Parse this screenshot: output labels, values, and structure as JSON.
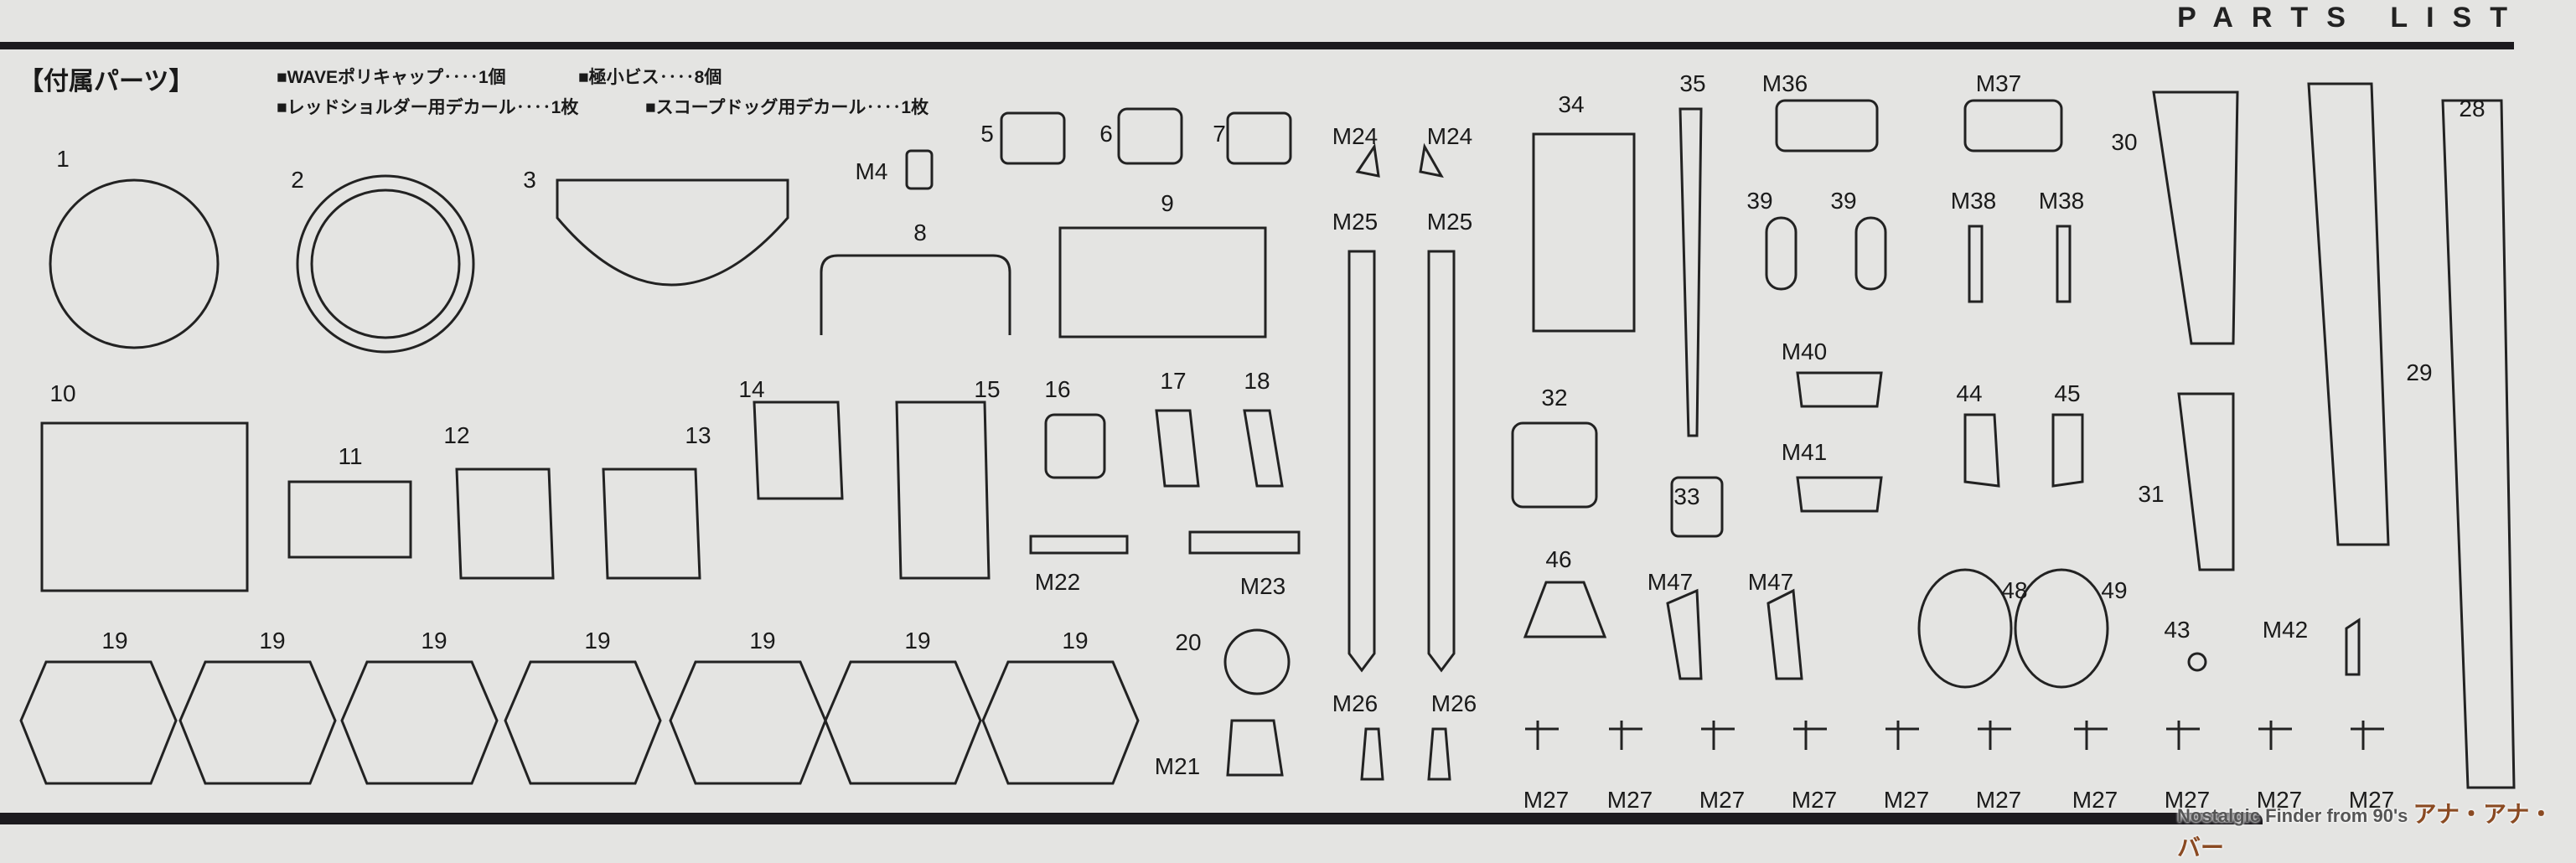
{
  "header": {
    "title": "PARTS LIST"
  },
  "accessories": {
    "title": "【付属パーツ】",
    "items": [
      "■WAVEポリキャップ‥‥1個",
      "■極小ビス‥‥8個",
      "■レッドショルダー用デカール‥‥1枚",
      "■スコープドッグ用デカール‥‥1枚"
    ]
  },
  "part_labels": [
    "1",
    "2",
    "3",
    "5",
    "6",
    "7",
    "M4",
    "8",
    "9",
    "M24",
    "M24",
    "34",
    "35",
    "M36",
    "M37",
    "30",
    "28",
    "M25",
    "M25",
    "39",
    "39",
    "M38",
    "M38",
    "29",
    "10",
    "11",
    "12",
    "13",
    "14",
    "15",
    "16",
    "17",
    "18",
    "32",
    "M40",
    "44",
    "45",
    "M41",
    "33",
    "31",
    "M22",
    "M23",
    "46",
    "M47",
    "M47",
    "48",
    "49",
    "19",
    "19",
    "19",
    "19",
    "19",
    "19",
    "19",
    "20",
    "43",
    "M42",
    "M26",
    "M26",
    "M21",
    "M27",
    "M27",
    "M27",
    "M27",
    "M27",
    "M27",
    "M27",
    "M27",
    "M27",
    "M27"
  ],
  "watermark": {
    "text": "Nostalgic Finder from 90's",
    "logo": "アナ・アナ・バー"
  }
}
